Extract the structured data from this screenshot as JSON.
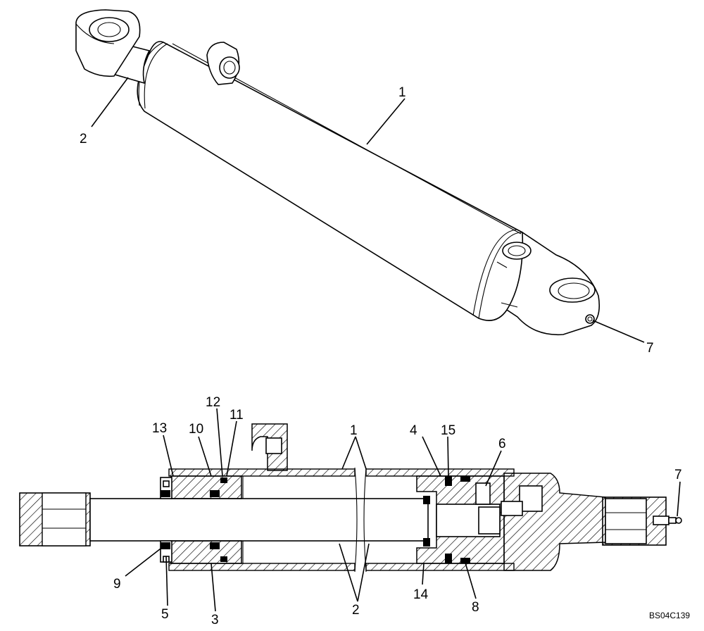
{
  "callouts_top": {
    "c1": "1",
    "c2": "2",
    "c7": "7"
  },
  "callouts_section": {
    "c1": "1",
    "c2": "2",
    "c3": "3",
    "c4": "4",
    "c5": "5",
    "c6": "6",
    "c7": "7",
    "c8": "8",
    "c9": "9",
    "c10": "10",
    "c11": "11",
    "c12": "12",
    "c13": "13",
    "c14": "14",
    "c15": "15"
  },
  "drawing_code": "BS04C139",
  "colors": {
    "line": "#000000",
    "background": "#ffffff"
  }
}
